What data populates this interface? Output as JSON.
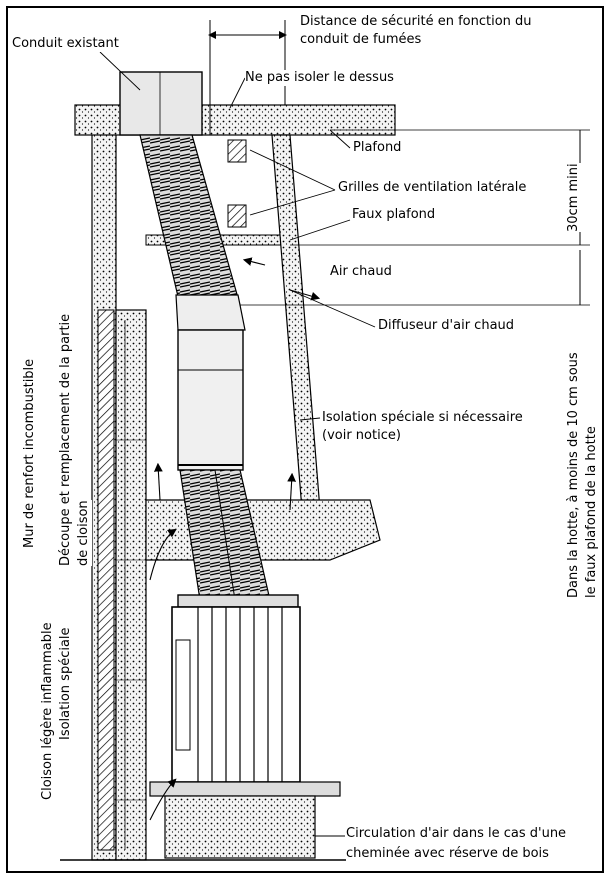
{
  "labels": {
    "distance": "Distance de sécurité en fonction du",
    "distance2": "conduit de fumées",
    "conduit": "Conduit existant",
    "ne_pas_isoler": "Ne pas isoler le dessus",
    "plafond": "Plafond",
    "grilles": "Grilles de ventilation latérale",
    "faux_plafond": "Faux plafond",
    "mini": "30cm mini",
    "air_chaud": "Air chaud",
    "diffuseur": "Diffuseur d'air chaud",
    "isolation_speciale": "Isolation spéciale si nécessaire",
    "voir_notice": "(voir notice)",
    "hotte1": "Dans la hotte, à moins de 10 cm sous",
    "hotte2": "le faux plafond de la hotte",
    "mur1": "Mur de renfort incombustible",
    "decoupe1": "Découpe et remplacement de la partie",
    "decoupe2": "de cloison",
    "cloison_legere": "Cloison légère inflammable",
    "isolation_speciale2": "Isolation spéciale",
    "circulation1": "Circulation d'air dans le cas d'une",
    "circulation2": "cheminée avec réserve de bois"
  },
  "colors": {
    "ink": "#000000",
    "paper": "#ffffff",
    "fill": "#e8e8e8"
  }
}
